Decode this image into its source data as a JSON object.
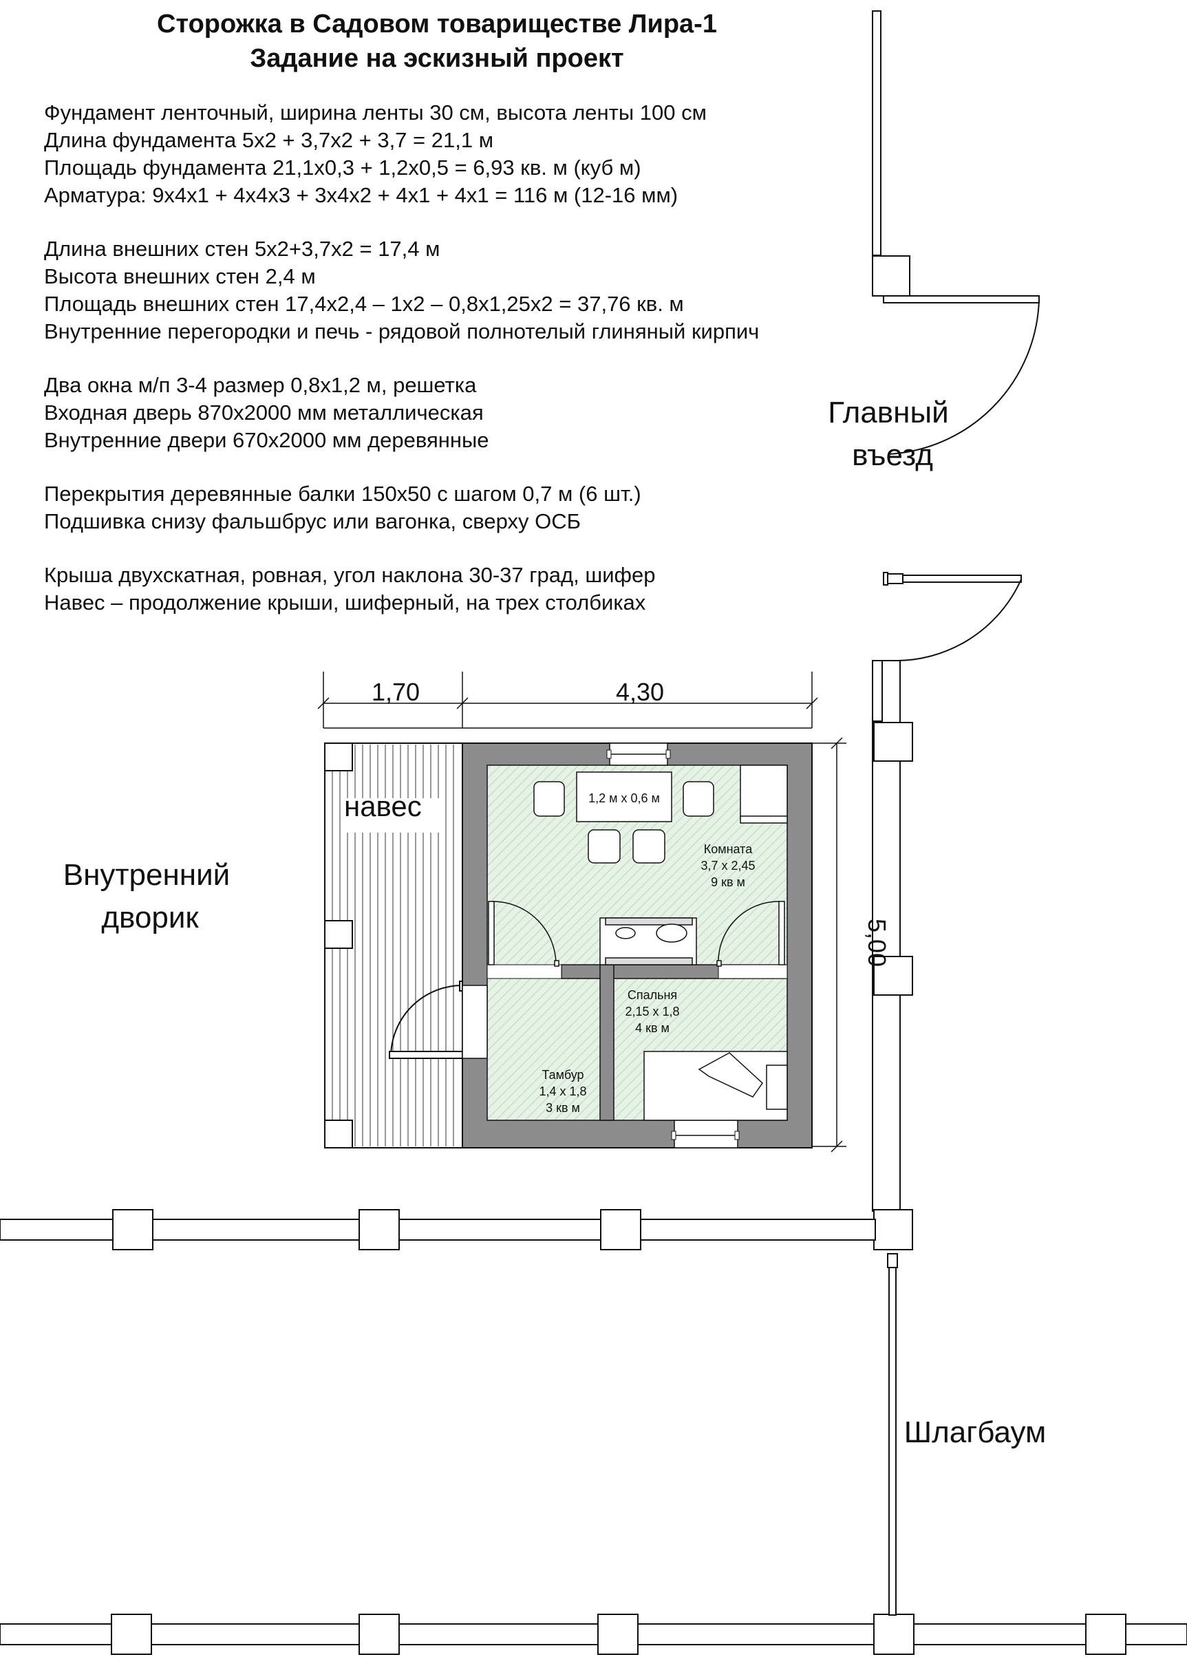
{
  "title": {
    "line1": "Сторожка в Садовом товариществе Лира-1",
    "line2": "Задание на эскизный проект"
  },
  "specs": [
    [
      "Фундамент ленточный, ширина ленты 30 см, высота ленты 100 см",
      "Длина фундамента 5х2 + 3,7х2 + 3,7 = 21,1 м",
      "Площадь фундамента 21,1х0,3 + 1,2х0,5 = 6,93 кв. м (куб м)",
      "Арматура: 9х4х1 + 4х4х3 + 3х4х2 + 4х1 + 4х1 = 116 м (12-16 мм)"
    ],
    [
      "Длина внешних стен 5х2+3,7х2 = 17,4 м",
      "Высота внешних стен 2,4 м",
      "Площадь внешних стен 17,4х2,4 – 1х2 – 0,8х1,25х2 = 37,76 кв. м",
      "Внутренние перегородки и печь - рядовой полнотелый глиняный кирпич"
    ],
    [
      "Два окна м/п 3-4 размер 0,8х1,2 м, решетка",
      "Входная дверь 870х2000 мм металлическая",
      "Внутренние двери 670х2000 мм деревянные"
    ],
    [
      "Перекрытия деревянные балки 150х50 с шагом 0,7 м (6 шт.)",
      "Подшивка снизу фальшбрус или вагонка, сверху ОСБ"
    ],
    [
      "Крыша двухскатная, ровная, угол наклона 30-37 град, шифер",
      "Навес – продолжение крыши, шиферный, на трех столбиках"
    ]
  ],
  "labels": {
    "main_entrance_line1": "Главный",
    "main_entrance_line2": "въезд",
    "inner_yard_line1": "Внутренний",
    "inner_yard_line2": "дворик",
    "canopy": "навес",
    "barrier": "Шлагбаум",
    "dim_canopy": "1,70",
    "dim_house": "4,30",
    "dim_depth": "5,00",
    "table": "1,2 м х 0,6 м"
  },
  "rooms": {
    "room": {
      "name": "Комната",
      "size": "3,7 х 2,45",
      "area": "9 кв м"
    },
    "bedroom": {
      "name": "Спальня",
      "size": "2,15 х 1,8",
      "area": "4 кв м"
    },
    "vestibule": {
      "name": "Тамбур",
      "size": "1,4 х 1,8",
      "area": "3 кв м"
    }
  },
  "colors": {
    "wall": "#8c8c8c",
    "floor_fill": "#e6f2e6",
    "floor_hatch": "#c6dfc6",
    "line": "#111111"
  }
}
